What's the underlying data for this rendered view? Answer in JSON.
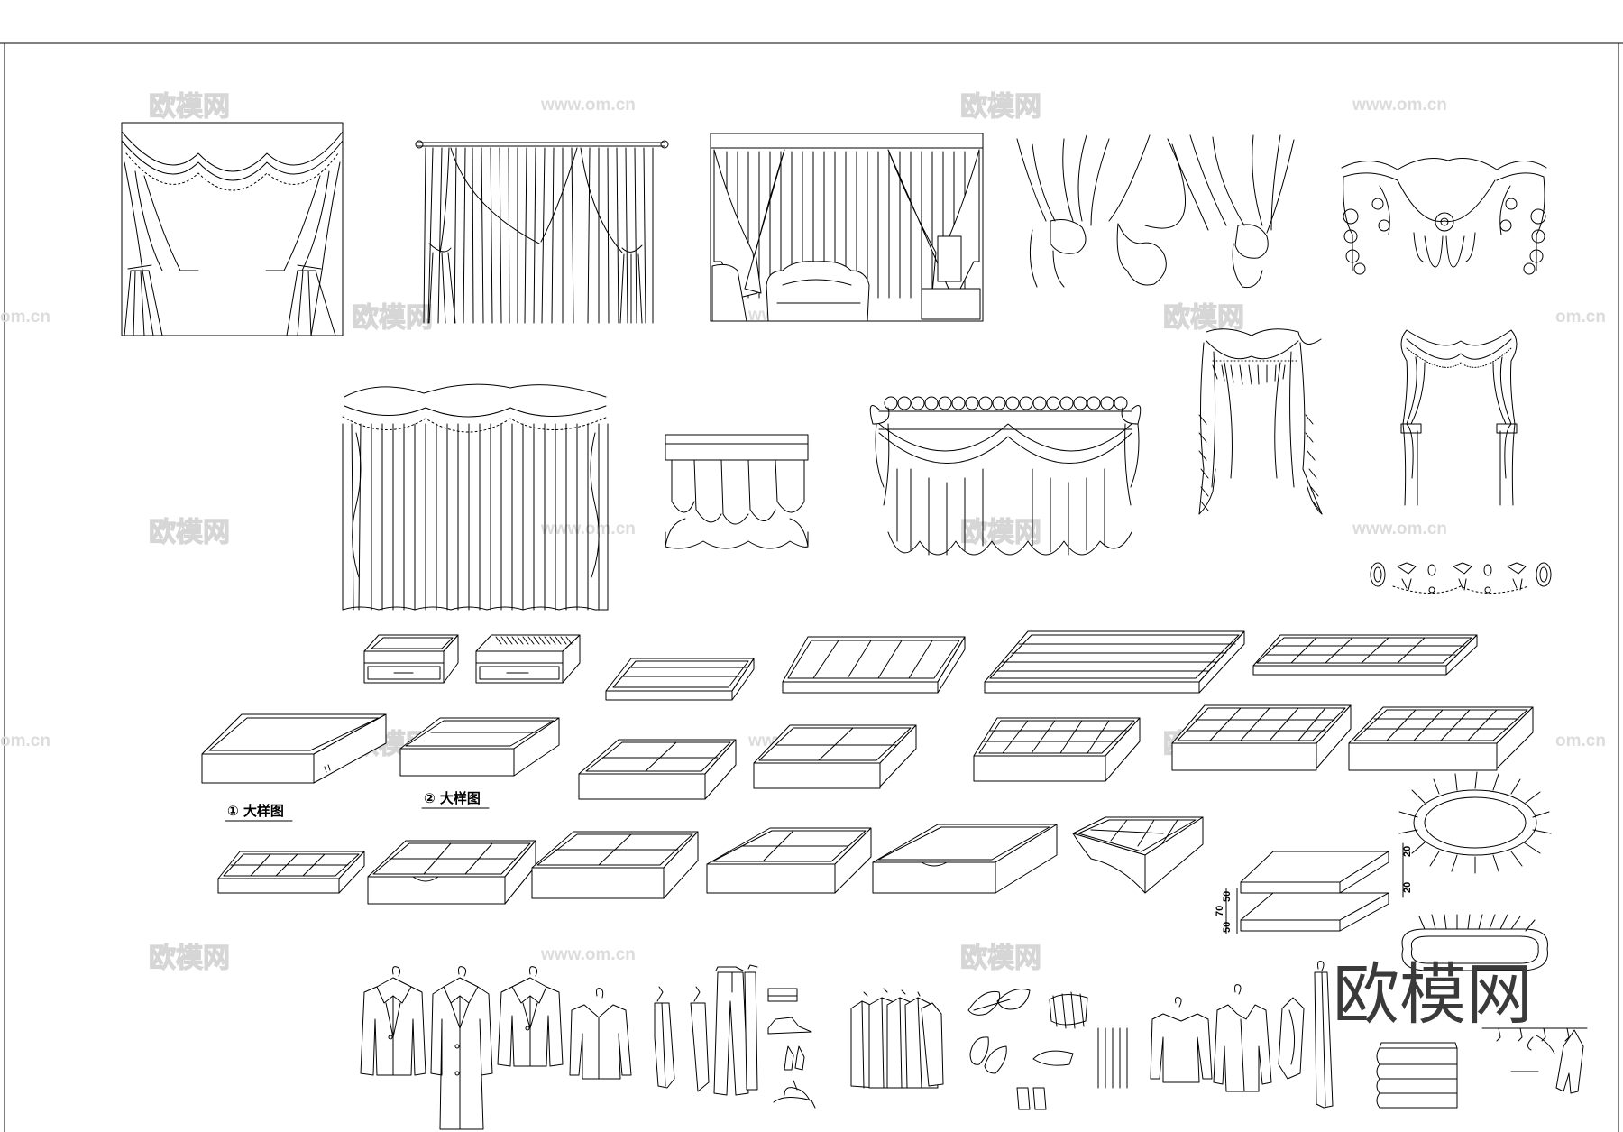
{
  "watermark": {
    "brand_cn": "欧模网",
    "url": "www.om.cn",
    "url_partial": "om.cn"
  },
  "labels": {
    "detail_1": "① 大样图",
    "detail_2": "② 大样图"
  },
  "dimensions": {
    "d20_top": "20",
    "d20_mid": "20",
    "d50_left": "50",
    "d70": "70",
    "d50_low": "50"
  },
  "logo": {
    "text": "欧模网"
  },
  "colors": {
    "line": "#000000",
    "watermark": "#d6d6d6",
    "logo": "#3a3a3a"
  }
}
